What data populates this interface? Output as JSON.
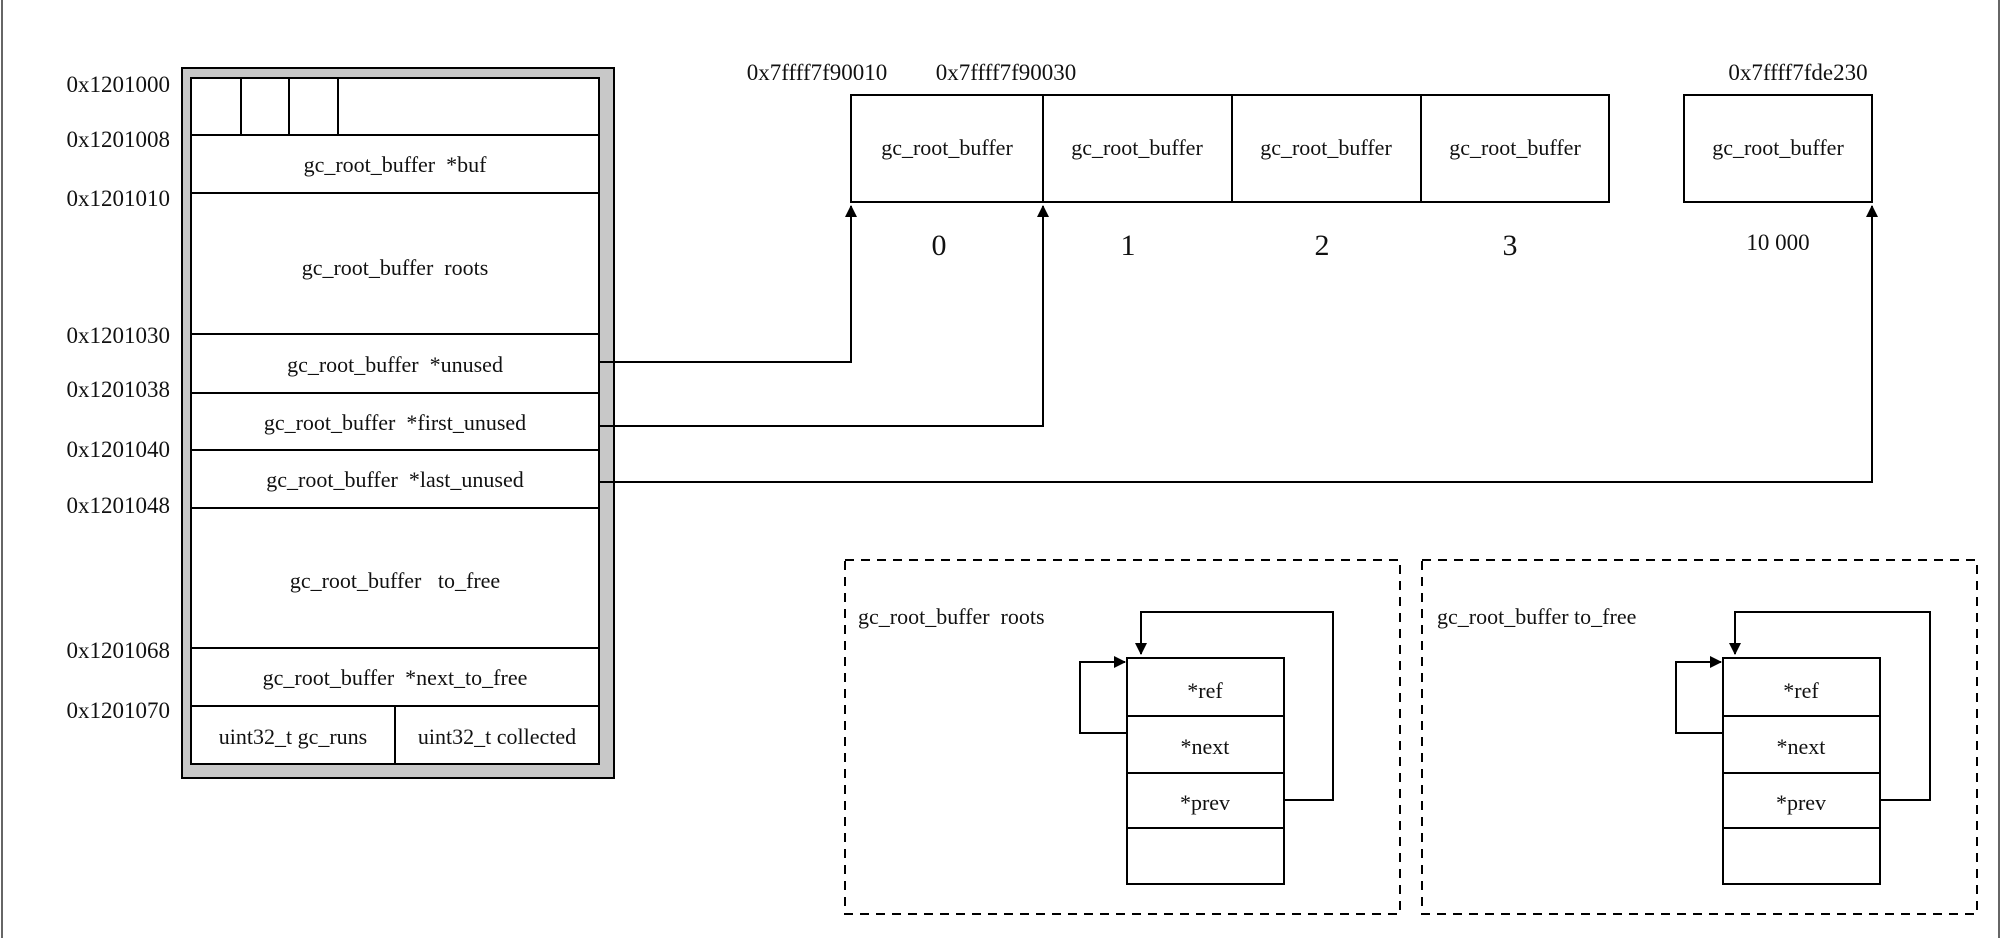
{
  "struct": {
    "addresses": [
      "0x1201000",
      "0x1201008",
      "0x1201010",
      "0x1201030",
      "0x1201038",
      "0x1201040",
      "0x1201048",
      "0x1201068",
      "0x1201070"
    ],
    "fields": {
      "buf": "gc_root_buffer  *buf",
      "roots": "gc_root_buffer  roots",
      "unused": "gc_root_buffer  *unused",
      "first_unused": "gc_root_buffer  *first_unused",
      "last_unused": "gc_root_buffer  *last_unused",
      "to_free": "gc_root_buffer   to_free",
      "next_to_free": "gc_root_buffer  *next_to_free",
      "gc_runs": "uint32_t gc_runs",
      "collected": "uint32_t collected"
    }
  },
  "buffer_array": {
    "addresses": {
      "first": "0x7ffff7f90010",
      "second": "0x7ffff7f90030",
      "last": "0x7ffff7fde230"
    },
    "cells": [
      "gc_root_buffer",
      "gc_root_buffer",
      "gc_root_buffer",
      "gc_root_buffer"
    ],
    "indices": [
      "0",
      "1",
      "2",
      "3"
    ],
    "last_cell": "gc_root_buffer",
    "last_index": "10 000"
  },
  "roots_panel": {
    "title": "gc_root_buffer  roots",
    "fields": [
      "*ref",
      "*next",
      "*prev"
    ]
  },
  "to_free_panel": {
    "title": "gc_root_buffer to_free",
    "fields": [
      "*ref",
      "*next",
      "*prev"
    ]
  }
}
